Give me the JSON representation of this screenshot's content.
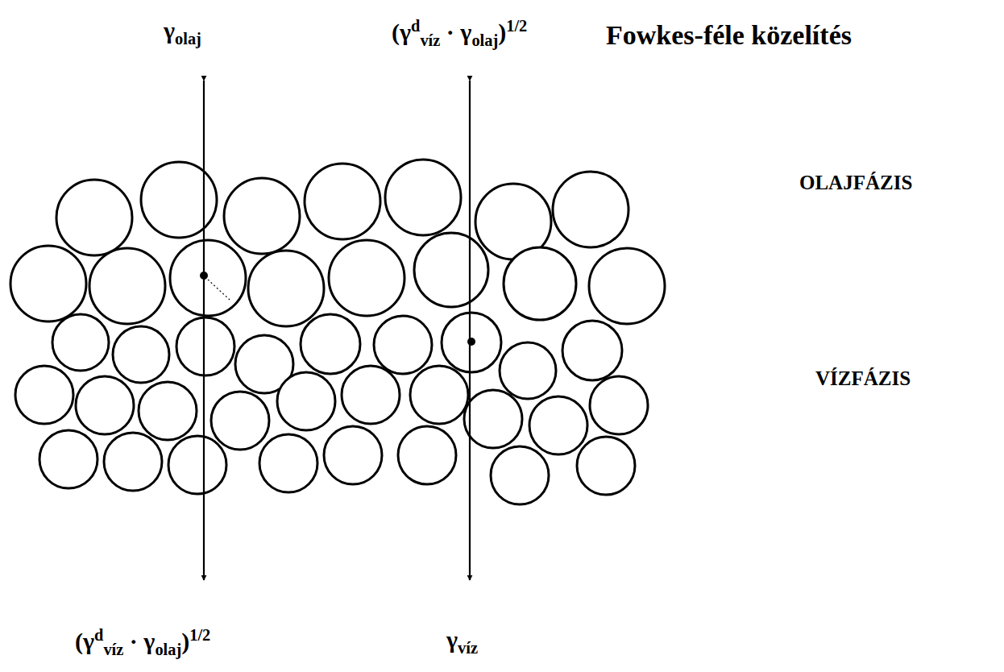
{
  "diagram": {
    "title": "Fowkes-féle közelítés",
    "labels": [
      "γ",
      "olaj",
      "(",
      "γ",
      "d",
      "víz",
      "·",
      "γ",
      "olaj",
      ")",
      "1/2",
      "OLAJFÁZIS",
      "VÍZFÁZIS",
      "(",
      "γ",
      "d",
      "víz",
      "·",
      "γ",
      "olaj",
      ")",
      "1/2",
      "γ",
      "víz"
    ]
  }
}
